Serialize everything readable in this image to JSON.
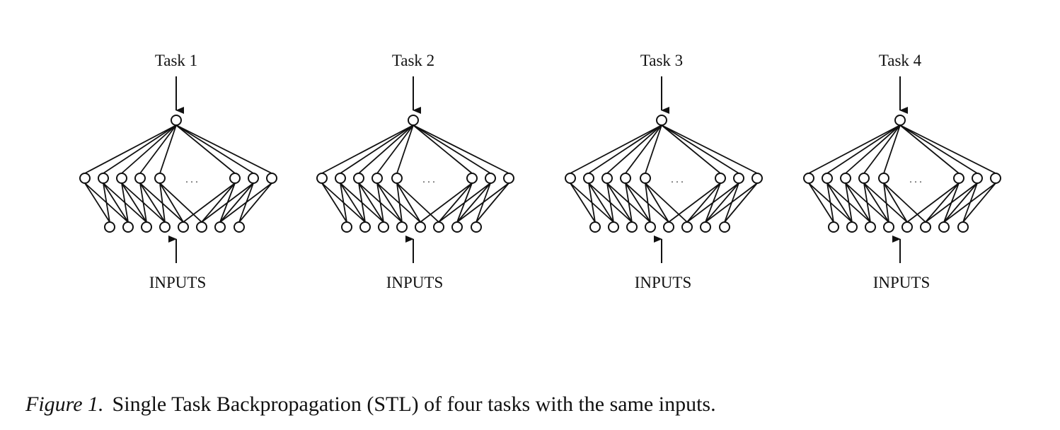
{
  "figure": {
    "networks": [
      {
        "task_label": "Task 1",
        "input_label": "INPUTS",
        "ellipsis": ". . ."
      },
      {
        "task_label": "Task 2",
        "input_label": "INPUTS",
        "ellipsis": ". . ."
      },
      {
        "task_label": "Task 3",
        "input_label": "INPUTS",
        "ellipsis": ". . ."
      },
      {
        "task_label": "Task 4",
        "input_label": "INPUTS",
        "ellipsis": ". . ."
      }
    ],
    "caption": {
      "label": "Figure 1.",
      "text": "Single Task Backpropagation (STL) of four tasks with the same inputs."
    }
  }
}
